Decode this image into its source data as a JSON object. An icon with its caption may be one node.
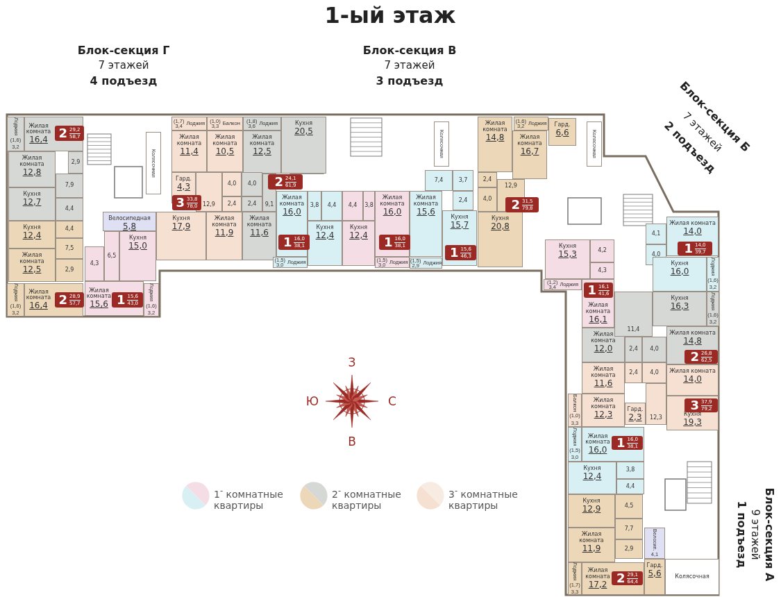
{
  "diagram": {
    "title": "1-ый этаж",
    "nodes": [
      {
        "text": [
          "Лоджия",
          "(1,6)",
          "3,2"
        ]
      },
      {
        "text": [
          "Жилая комната",
          "16,4"
        ]
      },
      {
        "text": [
          "2",
          "29,2",
          "58,7"
        ],
        "in": 1
      },
      {
        "text": [
          "Жилая комната",
          "12,8"
        ]
      },
      {
        "text": [
          "2,9"
        ]
      },
      {
        "text": [
          "7,9"
        ]
      },
      {
        "text": [
          "Кухня",
          "12,7"
        ]
      },
      {
        "text": [
          "4,4"
        ]
      },
      {
        "text": [
          "Кухня",
          "12,4"
        ]
      },
      {
        "text": [
          "4,4"
        ]
      },
      {
        "text": [
          "Жилая комната",
          "12,5"
        ]
      },
      {
        "text": [
          "7,5"
        ]
      },
      {
        "text": [
          "2,9"
        ]
      },
      {
        "text": [
          "Лоджия",
          "(1,6)",
          "3,2"
        ]
      },
      {
        "text": [
          "Жилая комната",
          "16,4"
        ]
      },
      {
        "text": [
          "2",
          "28,9",
          "57,7"
        ],
        "in": 14
      },
      {
        "text": [
          "Колясочная"
        ]
      },
      {
        "text": [
          "Велосипедная",
          "5,8"
        ]
      },
      {
        "text": [
          "4,3"
        ]
      },
      {
        "text": [
          "6,5"
        ]
      },
      {
        "text": [
          "Кухня",
          "15,0"
        ]
      },
      {
        "text": [
          "Жилая комната",
          "15,6"
        ]
      },
      {
        "text": [
          "1",
          "15,6",
          "43,0"
        ],
        "in": 21
      },
      {
        "text": [
          "Лоджия",
          "(1,6)",
          "3,2"
        ]
      },
      {
        "text": [
          "(1,7)",
          "3,4",
          "Лоджия"
        ]
      },
      {
        "text": [
          "(1,0)",
          "3,3",
          "Балкон"
        ]
      },
      {
        "text": [
          "(1,8)",
          "3,6",
          "Лоджия"
        ]
      },
      {
        "text": [
          "Жилая комната",
          "11,4"
        ]
      },
      {
        "text": [
          "Жилая комната",
          "10,5"
        ]
      },
      {
        "text": [
          "Жилая комната",
          "12,5"
        ]
      },
      {
        "text": [
          "Кухня",
          "20,5"
        ]
      },
      {
        "text": [
          "Гард.",
          "4,3"
        ]
      },
      {
        "text": [
          "12,9"
        ]
      },
      {
        "text": [
          "4,0"
        ]
      },
      {
        "text": [
          "2,4"
        ]
      },
      {
        "text": [
          "4,0"
        ]
      },
      {
        "text": [
          "2,4"
        ]
      },
      {
        "text": [
          "9,1"
        ]
      },
      {
        "text": [
          "2",
          "24,1",
          "61,9"
        ]
      },
      {
        "text": [
          "3",
          "33,8",
          "78,0"
        ]
      },
      {
        "text": [
          "Кухня",
          "17,9"
        ]
      },
      {
        "text": [
          "Жилая комната",
          "11,9"
        ]
      },
      {
        "text": [
          "Жилая комната",
          "11,6"
        ]
      },
      {
        "text": [
          "Жилая комната",
          "16,0"
        ]
      },
      {
        "text": [
          "3,8"
        ]
      },
      {
        "text": [
          "4,4"
        ]
      },
      {
        "text": [
          "Кухня",
          "12,4"
        ]
      },
      {
        "text": [
          "1",
          "16,0",
          "38,1"
        ],
        "in": 43
      },
      {
        "text": [
          "(1,5)",
          "3,0",
          "Лоджия"
        ]
      },
      {
        "text": [
          "4,4"
        ]
      },
      {
        "text": [
          "3,8"
        ]
      },
      {
        "text": [
          "Жилая комната",
          "16,0"
        ]
      },
      {
        "text": [
          "Кухня",
          "12,4"
        ]
      },
      {
        "text": [
          "1",
          "16,0",
          "38,1"
        ],
        "in": 51
      },
      {
        "text": [
          "(1,5)",
          "3,0",
          "Лоджия"
        ]
      },
      {
        "text": [
          "7,4"
        ]
      },
      {
        "text": [
          "3,7"
        ]
      },
      {
        "text": [
          "2,4"
        ]
      },
      {
        "text": [
          "Жилая комната",
          "15,6"
        ]
      },
      {
        "text": [
          "Кухня",
          "15,7"
        ]
      },
      {
        "text": [
          "1",
          "15,6",
          "46,3"
        ],
        "in": 59
      },
      {
        "text": [
          "(1,5)",
          "2,9",
          "Лоджия"
        ]
      },
      {
        "text": [
          "Колясочная"
        ]
      },
      {
        "text": [
          "Жилая комната",
          "14,8"
        ]
      },
      {
        "text": [
          "(1,6)",
          "3,2",
          "Лоджия"
        ]
      },
      {
        "text": [
          "Жилая комната",
          "16,7"
        ]
      },
      {
        "text": [
          "2,4"
        ]
      },
      {
        "text": [
          "4,0"
        ]
      },
      {
        "text": [
          "12,9"
        ]
      },
      {
        "text": [
          "2",
          "31,5",
          "79,8"
        ]
      },
      {
        "text": [
          "Кухня",
          "20,8"
        ]
      },
      {
        "text": [
          "Гард.",
          "6,6"
        ]
      },
      {
        "text": [
          "Колясочная"
        ]
      },
      {
        "text": [
          "Кухня",
          "15,3"
        ]
      },
      {
        "text": [
          "4,2"
        ]
      },
      {
        "text": [
          "4,3"
        ]
      },
      {
        "text": [
          "(1,2)",
          "3,4",
          "Лоджия"
        ]
      },
      {
        "text": [
          "Жилая комната",
          "16,1"
        ]
      },
      {
        "text": [
          "1",
          "16,1",
          "41,6"
        ],
        "in": 77
      },
      {
        "text": [
          "4,1"
        ]
      },
      {
        "text": [
          "4,0"
        ]
      },
      {
        "text": [
          "Жилая комната",
          "14,0"
        ]
      },
      {
        "text": [
          "1",
          "14,0",
          "39,7"
        ],
        "in": 81
      },
      {
        "text": [
          "Кухня",
          "16,0"
        ]
      },
      {
        "text": [
          "Лоджия",
          "(1,6)",
          "3,2"
        ]
      },
      {
        "text": [
          "Кухня",
          "16,3"
        ]
      },
      {
        "text": [
          "Лоджия",
          "(1,6)",
          "3,2"
        ]
      },
      {
        "text": [
          "Жилая комната",
          "12,0"
        ]
      },
      {
        "text": [
          "11,4"
        ]
      },
      {
        "text": [
          "2,4"
        ]
      },
      {
        "text": [
          "4,0"
        ]
      },
      {
        "text": [
          "Жилая комната",
          "14,8"
        ]
      },
      {
        "text": [
          "2",
          "26,8",
          "62,5"
        ],
        "in": 91
      },
      {
        "text": [
          "Жилая комната",
          "11,6"
        ]
      },
      {
        "text": [
          "2,4"
        ]
      },
      {
        "text": [
          "4,0"
        ]
      },
      {
        "text": [
          "Жилая комната",
          "14,0"
        ]
      },
      {
        "text": [
          "Балкон",
          "(1,0)",
          "3,3"
        ]
      },
      {
        "text": [
          "Жилая комната",
          "12,3"
        ]
      },
      {
        "text": [
          "Гард.",
          "2,3"
        ]
      },
      {
        "text": [
          "12,3"
        ]
      },
      {
        "text": [
          "Кухня",
          "19,3"
        ]
      },
      {
        "text": [
          "3",
          "37,9",
          "79,2"
        ],
        "in": 101
      },
      {
        "text": [
          "Лоджия",
          "(1,5)",
          "3,0"
        ]
      },
      {
        "text": [
          "Жилая комната",
          "16,0"
        ]
      },
      {
        "text": [
          "1",
          "16,0",
          "38,1"
        ],
        "in": 104
      },
      {
        "text": [
          "Кухня",
          "12,4"
        ]
      },
      {
        "text": [
          "3,8"
        ]
      },
      {
        "text": [
          "4,4"
        ]
      },
      {
        "text": [
          "Кухня",
          "12,9"
        ]
      },
      {
        "text": [
          "4,5"
        ]
      },
      {
        "text": [
          "7,7"
        ]
      },
      {
        "text": [
          "2,9"
        ]
      },
      {
        "text": [
          "Жилая комната",
          "11,9"
        ]
      },
      {
        "text": [
          "Велосип.",
          "4,1"
        ]
      },
      {
        "text": [
          "Лоджия",
          "(1,7)",
          "3,3"
        ]
      },
      {
        "text": [
          "Жилая комната",
          "17,2"
        ]
      },
      {
        "text": [
          "2",
          "29,1",
          "64,4"
        ],
        "in": 116
      },
      {
        "text": [
          "Гард.",
          "5,6"
        ]
      },
      {
        "text": [
          "Колясочная"
        ]
      }
    ],
    "labels": [
      "Блок-секция Г",
      "7 этажей",
      "4 подъезд",
      "Блок-секция В",
      "7 этажей",
      "3 подъезд",
      "Блок-секция Б",
      "7 этажей",
      "2 подъезд",
      "З",
      "Ю",
      "С",
      "В",
      "Блок-секция А",
      "9 этажей",
      "1 подъезд"
    ],
    "legend": [
      {
        "text": "1$^{-}$ комнатные квартиры"
      },
      {
        "text": "2$^{-}$ комнатные квартиры"
      },
      {
        "text": "3$^{-}$ комнатные квартиры"
      }
    ]
  }
}
